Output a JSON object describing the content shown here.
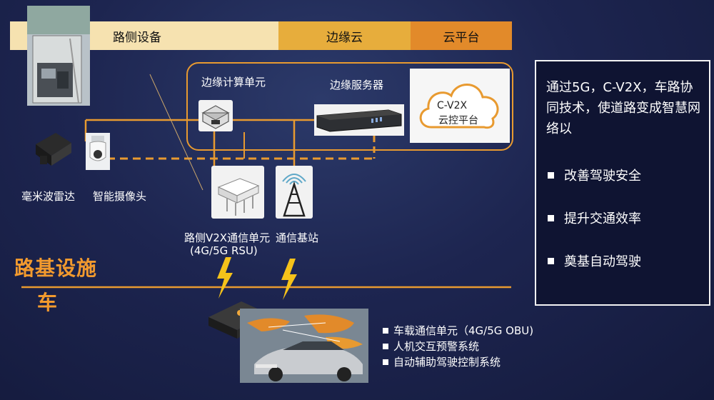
{
  "bands": {
    "roadside": "路侧设备",
    "edge": "边缘云",
    "cloud": "云平台"
  },
  "labels": {
    "edge_compute": "边缘计算单元",
    "edge_server": "边缘服务器",
    "cloud_control_line1": "C-V2X",
    "cloud_control_line2": "云控平台",
    "radar": "毫米波雷达",
    "camera": "智能摄像头",
    "rsu_line1": "路侧V2X通信单元",
    "rsu_line2": "(4G/5G RSU)",
    "base_station": "通信基站",
    "infrastructure": "路基设施",
    "vehicle": "车"
  },
  "vehicle_items": [
    "车载通信单元（4G/5G OBU)",
    "人机交互预警系统",
    "自动辅助驾驶控制系统"
  ],
  "panel": {
    "intro": "通过5G，C-V2X，车路协同技术，使道路变成智慧网络以",
    "bullets": [
      "改善驾驶安全",
      "提升交通效率",
      "奠基自动驾驶"
    ]
  },
  "colors": {
    "accent_orange": "#e89a30",
    "band_light": "#f6e2b0",
    "band_mid": "#e7ad3c",
    "band_dark": "#e28a2a",
    "background": "#1d2550",
    "lightning": "#f5c21a"
  },
  "icons": [
    "roadside-cabinet-photo",
    "edge-compute-device-icon",
    "edge-server-icon",
    "cloud-icon",
    "radar-icon",
    "camera-icon",
    "rsu-device-icon",
    "base-station-icon",
    "lightning-icon",
    "obu-device-icon",
    "car-map-photo"
  ]
}
